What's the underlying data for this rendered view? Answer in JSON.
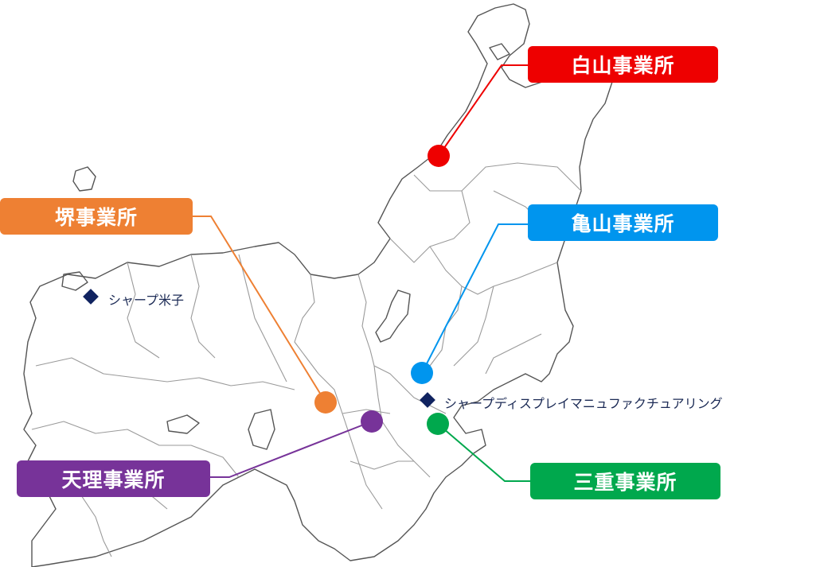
{
  "facilities": [
    {
      "id": "hakusan",
      "label": "白山事業所",
      "color": "#ee0000"
    },
    {
      "id": "kameyama",
      "label": "亀山事業所",
      "color": "#0095ee"
    },
    {
      "id": "mie",
      "label": "三重事業所",
      "color": "#00a84d"
    },
    {
      "id": "sakai",
      "label": "堺事業所",
      "color": "#ee8033"
    },
    {
      "id": "tenri",
      "label": "天理事業所",
      "color": "#773399"
    }
  ],
  "sites": [
    {
      "id": "yonago",
      "label": "シャープ米子",
      "color": "#102360"
    },
    {
      "id": "sdp",
      "label": "シャープディスプレイマニュファクチュアリング",
      "color": "#102360"
    }
  ],
  "map_colors": {
    "border": "#9a9a9a",
    "outline": "#555555"
  }
}
